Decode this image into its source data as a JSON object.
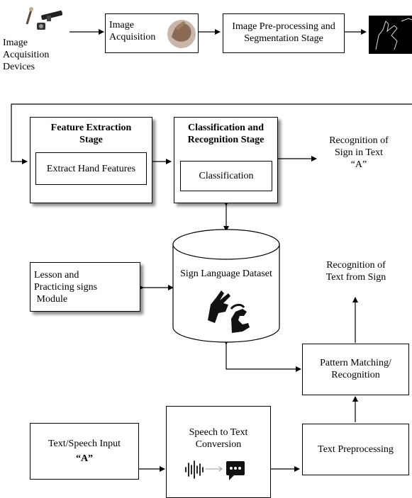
{
  "acquisition_devices": {
    "label_lines": [
      "Image",
      "Acquisition",
      "Devices"
    ]
  },
  "image_acquisition": {
    "label_lines": [
      "Image",
      "Acquisition"
    ]
  },
  "preprocessing": {
    "label_lines": [
      "Image Pre-processing and",
      "Segmentation Stage"
    ]
  },
  "feature_extraction": {
    "title_lines": [
      "Feature Extraction",
      "Stage"
    ],
    "inner_label": "Extract Hand Features"
  },
  "classification": {
    "title_lines": [
      "Classification and",
      "Recognition Stage"
    ],
    "inner_label": "Classification"
  },
  "recognition_sign_text": {
    "label_lines": [
      "Recognition of",
      "Sign in Text",
      "“A”"
    ]
  },
  "dataset": {
    "label": "Sign Language Dataset"
  },
  "lesson_module": {
    "label_lines": [
      "Lesson and",
      "Practicing signs",
      " Module"
    ]
  },
  "recognition_text_from_sign": {
    "label_lines": [
      "Recognition of",
      "Text from Sign"
    ]
  },
  "pattern_matching": {
    "label_lines": [
      "Pattern Matching/",
      "Recognition"
    ]
  },
  "text_speech_input": {
    "label_lines": [
      "Text/Speech Input",
      "“A”"
    ]
  },
  "speech_to_text": {
    "label_lines": [
      "Speech to Text",
      "Conversion"
    ]
  },
  "text_preprocessing": {
    "label": "Text Preprocessing"
  },
  "colors": {
    "stroke": "#000000",
    "fill": "#ffffff",
    "shadow": "#7a7a7a",
    "skin": "#b08a6e",
    "monitor": "#3a3a3a"
  },
  "icons": [
    "camera-device-icon",
    "hand-photo-icon",
    "hand-contour-icon",
    "sign-hands-icon",
    "presentation-monitor-icon",
    "sound-wave-icon",
    "chat-bubble-icon"
  ]
}
